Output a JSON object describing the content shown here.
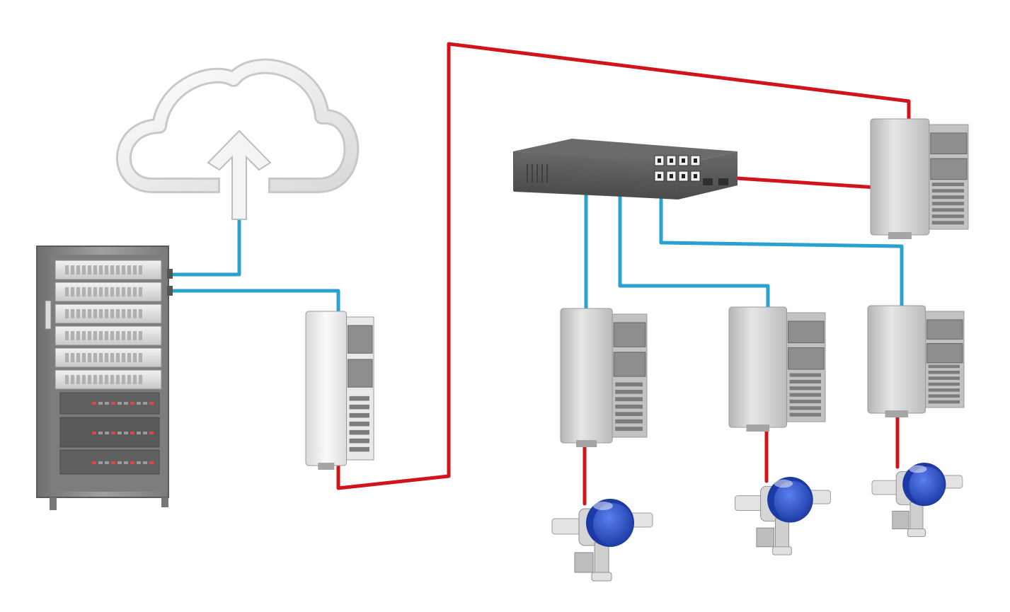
{
  "colors": {
    "fieldbus_wire": "#d0141a",
    "ethernet_wire": "#2aa1cf",
    "module_body": "#c9c9c9",
    "rack_body": "#8c8c8c",
    "switch_body": "#555555",
    "transmitter_head": "#2b4fc2"
  },
  "icons": {
    "cloud": "cloud-upload-icon",
    "rack": "server-rack-icon",
    "switch": "network-switch-icon",
    "gateway": "din-rail-module-icon",
    "sensor": "pressure-transmitter-icon"
  },
  "devices": {
    "field_modules": 4,
    "transmitters": 3,
    "switch_ports": 8
  }
}
